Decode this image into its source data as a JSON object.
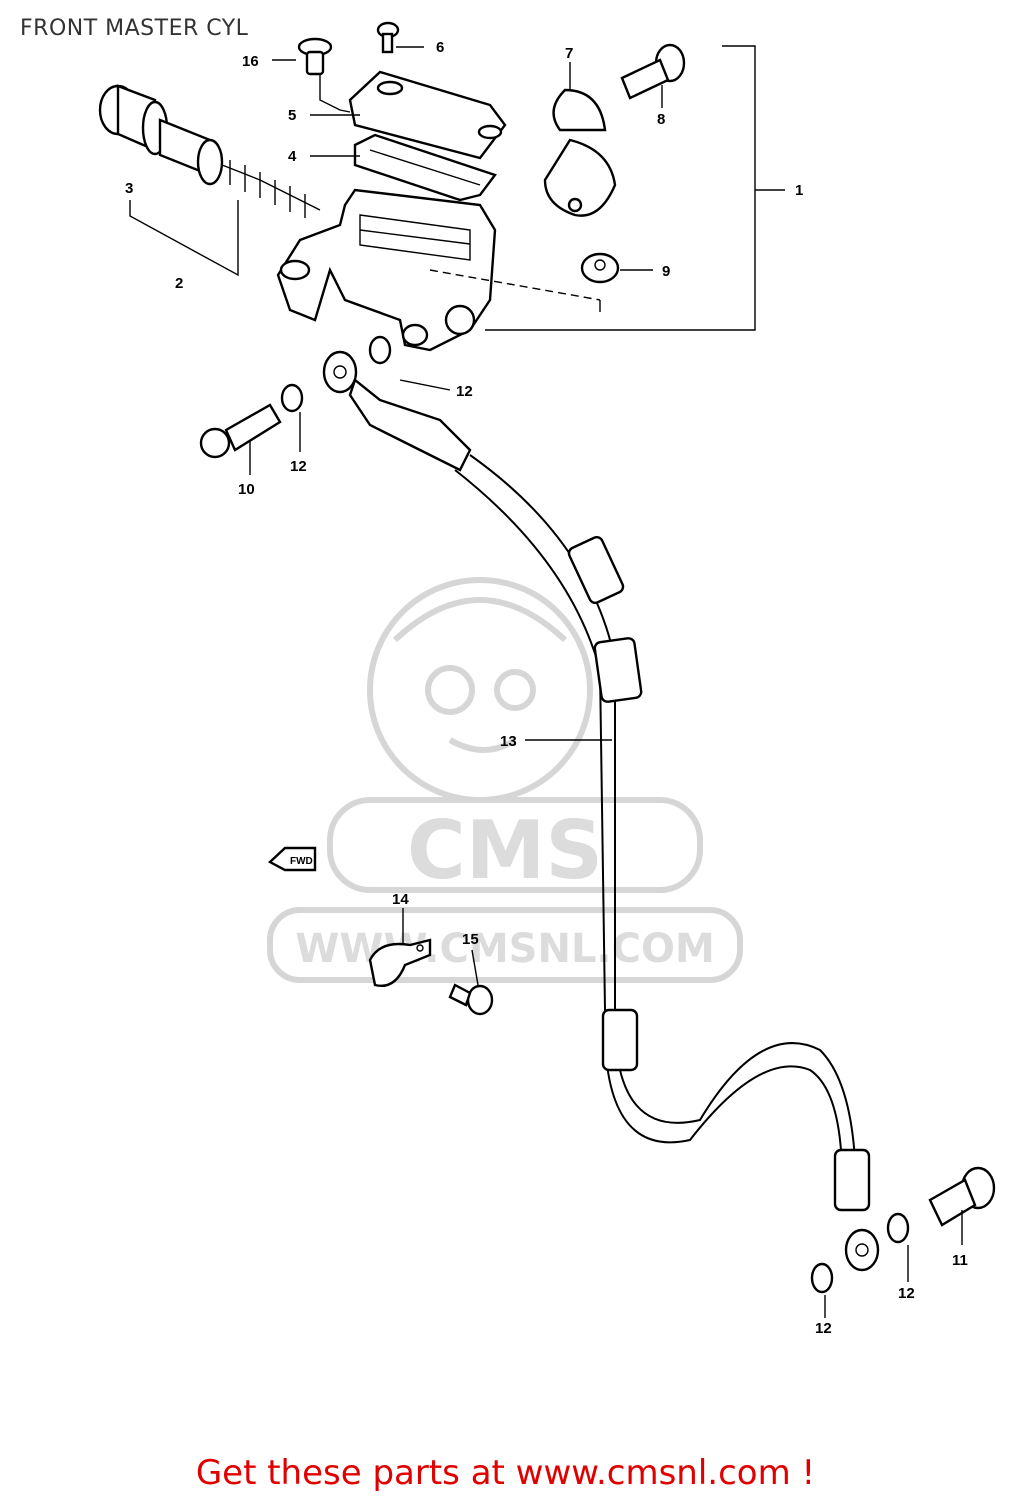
{
  "title": "FRONT MASTER CYL",
  "watermark": {
    "brand": "CMS",
    "url": "WWW.CMSNL.COM"
  },
  "arrow_label": "FWD",
  "callouts": [
    {
      "id": "c1",
      "label": "1"
    },
    {
      "id": "c2",
      "label": "2"
    },
    {
      "id": "c3",
      "label": "3"
    },
    {
      "id": "c4",
      "label": "4"
    },
    {
      "id": "c5",
      "label": "5"
    },
    {
      "id": "c6",
      "label": "6"
    },
    {
      "id": "c7",
      "label": "7"
    },
    {
      "id": "c8",
      "label": "8"
    },
    {
      "id": "c9",
      "label": "9"
    },
    {
      "id": "c10",
      "label": "10"
    },
    {
      "id": "c11",
      "label": "11"
    },
    {
      "id": "c12a",
      "label": "12"
    },
    {
      "id": "c12b",
      "label": "12"
    },
    {
      "id": "c12c",
      "label": "12"
    },
    {
      "id": "c12d",
      "label": "12"
    },
    {
      "id": "c13",
      "label": "13"
    },
    {
      "id": "c14",
      "label": "14"
    },
    {
      "id": "c15",
      "label": "15"
    },
    {
      "id": "c16",
      "label": "16"
    }
  ],
  "footer": "Get these parts at www.cmsnl.com !",
  "colors": {
    "footer": "#e00000",
    "title": "#333333",
    "watermark": "#d6d6d6"
  }
}
